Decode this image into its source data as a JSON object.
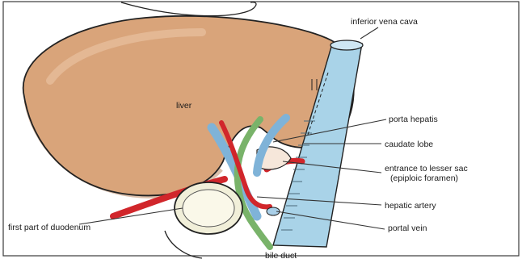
{
  "diagram": {
    "labels": {
      "liver": "liver",
      "inferior_vena_cava": "inferior vena cava",
      "porta_hepatis": "porta hepatis",
      "caudate_lobe": "caudate lobe",
      "entrance_line1": "entrance to lesser sac",
      "entrance_line2": "(epiploic foramen)",
      "hepatic_artery": "hepatic artery",
      "portal_vein": "portal vein",
      "duodenum": "first part of duodenum",
      "bile_duct": "bile duct"
    },
    "colors": {
      "liver_fill": "#d9a47a",
      "liver_outline": "#222222",
      "vena_cava": "#a9d3e8",
      "portal_vein": "#7fb3d8",
      "hepatic_artery": "#d1262b",
      "bile_duct": "#79b36a",
      "duodenum": "#f1efd9",
      "frame": "#3b3b3b"
    }
  }
}
